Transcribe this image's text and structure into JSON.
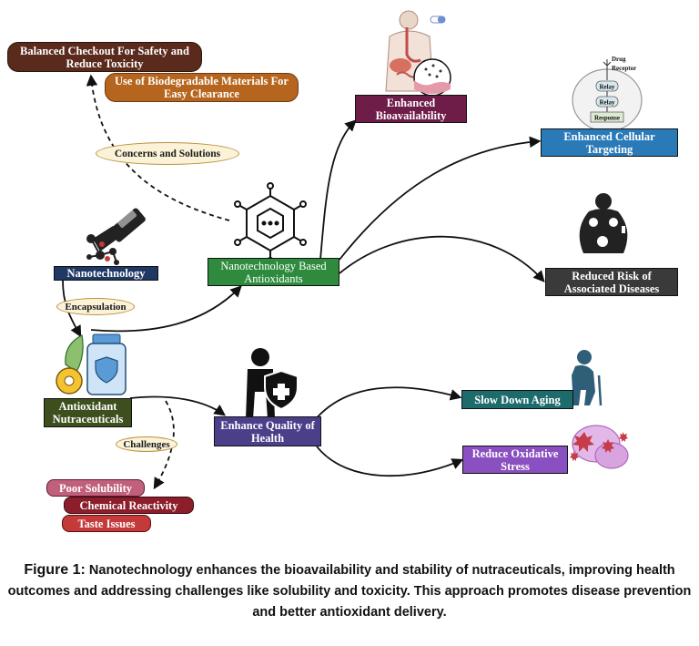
{
  "boxes": {
    "balanced_checkout": "Balanced Checkout For Safety and Reduce Toxicity",
    "biodegradable": "Use of Biodegradable Materials For Easy Clearance",
    "enhanced_bioavailability": "Enhanced Bioavailability",
    "enhanced_cellular_targeting": "Enhanced Cellular Targeting",
    "reduced_risk": "Reduced Risk of Associated Diseases",
    "nanotechnology": "Nanotechnology",
    "nano_antioxidants": "Nanotechnology Based Antioxidants",
    "antioxidant_nutraceuticals": "Antioxidant Nutraceuticals",
    "enhance_quality": "Enhance Quality of Health",
    "slow_aging": "Slow Down Aging",
    "reduce_stress": "Reduce Oxidative Stress",
    "poor_solubility": "Poor Solubility",
    "chemical_reactivity": "Chemical Reactivity",
    "taste_issues": "Taste Issues"
  },
  "labels": {
    "concerns": "Concerns and Solutions",
    "encapsulation": "Encapsulation",
    "challenges": "Challenges"
  },
  "icon_text": {
    "drug": "Drug",
    "receptor": "Receptor",
    "relay1": "Relay",
    "relay2": "Relay",
    "response": "Response"
  },
  "caption": {
    "lead": "Figure 1:",
    "text": "Nanotechnology enhances the bioavailability and stability of nutraceuticals, improving health outcomes and addressing challenges like solubility and toxicity. This approach promotes disease prevention and better antioxidant delivery."
  },
  "colors": {
    "dark_brown": "#5a2a1c",
    "orange_brown": "#b5651d",
    "purple": "#6e1c48",
    "blue": "#2a7ab8",
    "dark_gray": "#3a3a3a",
    "navy": "#1f3864",
    "green": "#2e8b3e",
    "olive": "#3d4f1c",
    "indigo": "#4b3f8a",
    "teal": "#1e6b6b",
    "violet": "#8a4fc0",
    "rose": "#c0607a",
    "maroon": "#8b1e2a",
    "red": "#c43a3a"
  }
}
